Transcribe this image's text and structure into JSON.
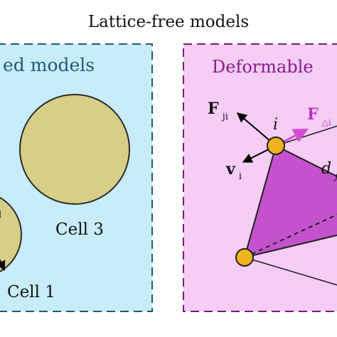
{
  "figure": {
    "title": "Lattice-free models",
    "left_panel": {
      "title_visible": "ed models",
      "background": "#c8ecf8",
      "border": "#1f5a7a",
      "title_color": "#1f5a7a",
      "cells": [
        {
          "label": "Cell 3",
          "fill": "#d6cf87",
          "stroke": "#2b2b2b"
        },
        {
          "label": "Cell 1",
          "fill": "#d6cf87",
          "stroke": "#2b2b2b"
        }
      ]
    },
    "right_panel": {
      "title_visible": "Deformable",
      "background": "#f5cdf5",
      "border": "#7a1a7a",
      "title_color": "#8a1a8a",
      "triangle_fill": "#c452cc",
      "node_fill": "#f0b41e",
      "force_arrow_color": "#d44fd0",
      "labels": {
        "node_i": "i",
        "f_ji_main": "F",
        "f_ji_sub": "ji",
        "f_delta_main": "F",
        "f_delta_sub": "△i",
        "v_main": "v",
        "v_sub": "i",
        "d_main": "d",
        "d_sub": "j"
      }
    }
  }
}
